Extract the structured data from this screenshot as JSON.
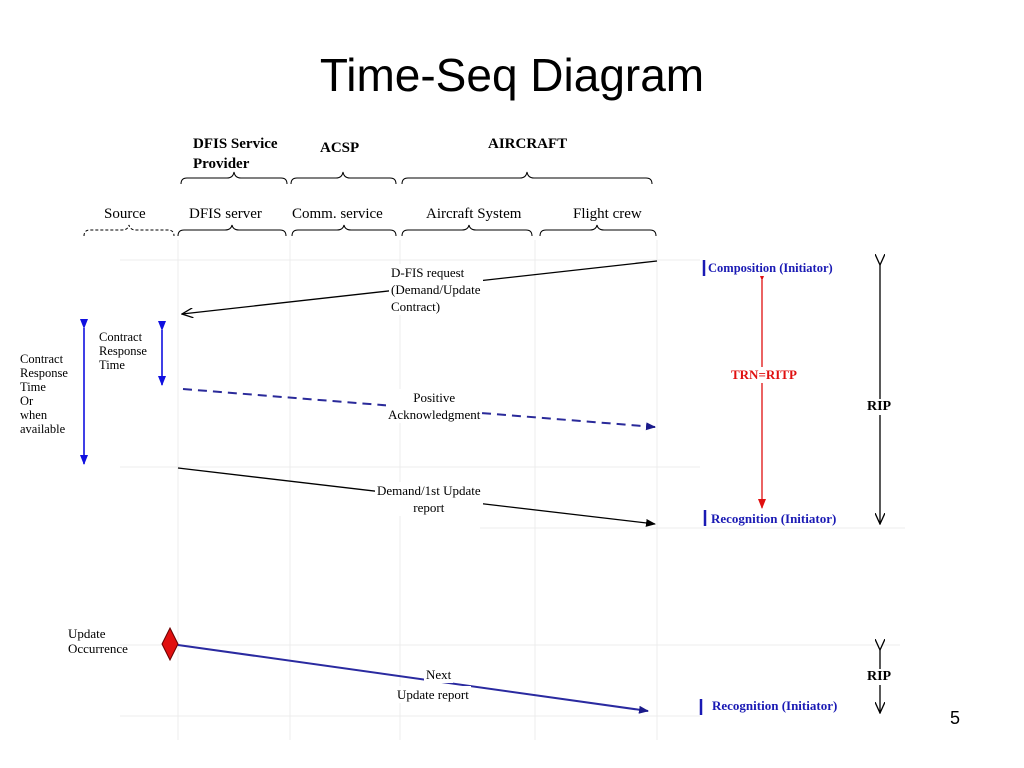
{
  "title": "Time-Seq Diagram",
  "groups": {
    "dfis_provider": "DFIS Service\nProvider",
    "acsp": "ACSP",
    "aircraft": "AIRCRAFT"
  },
  "lanes": {
    "source": "Source",
    "dfis_server": "DFIS server",
    "comm_service": "Comm. service",
    "aircraft_system": "Aircraft System",
    "flight_crew": "Flight crew"
  },
  "messages": {
    "dfis_request": "D-FIS request\n(Demand/Update\nContract)",
    "positive_ack": "Positive\nAcknowledgment",
    "demand_update": "Demand/1st Update\nreport",
    "next_update_1": "Next",
    "next_update_2": "Update report"
  },
  "annotations": {
    "contract_response_time_inner": "Contract\nResponse\nTime",
    "contract_response_time_outer": "Contract\nResponse\nTime\nOr\nwhen\navailable",
    "update_occurrence": "Update\nOccurrence",
    "composition": "Composition (Initiator)",
    "trn_ritp": "TRN=RITP",
    "recognition_1": "Recognition (Initiator)",
    "recognition_2": "Recognition (Initiator)",
    "rip_1": "RIP",
    "rip_2": "RIP"
  },
  "page_number": "5",
  "colors": {
    "blue": "#1a1ab4",
    "red": "#e01010",
    "diamond": "#e01010",
    "dashed_arrow": "#2a2a9a"
  }
}
